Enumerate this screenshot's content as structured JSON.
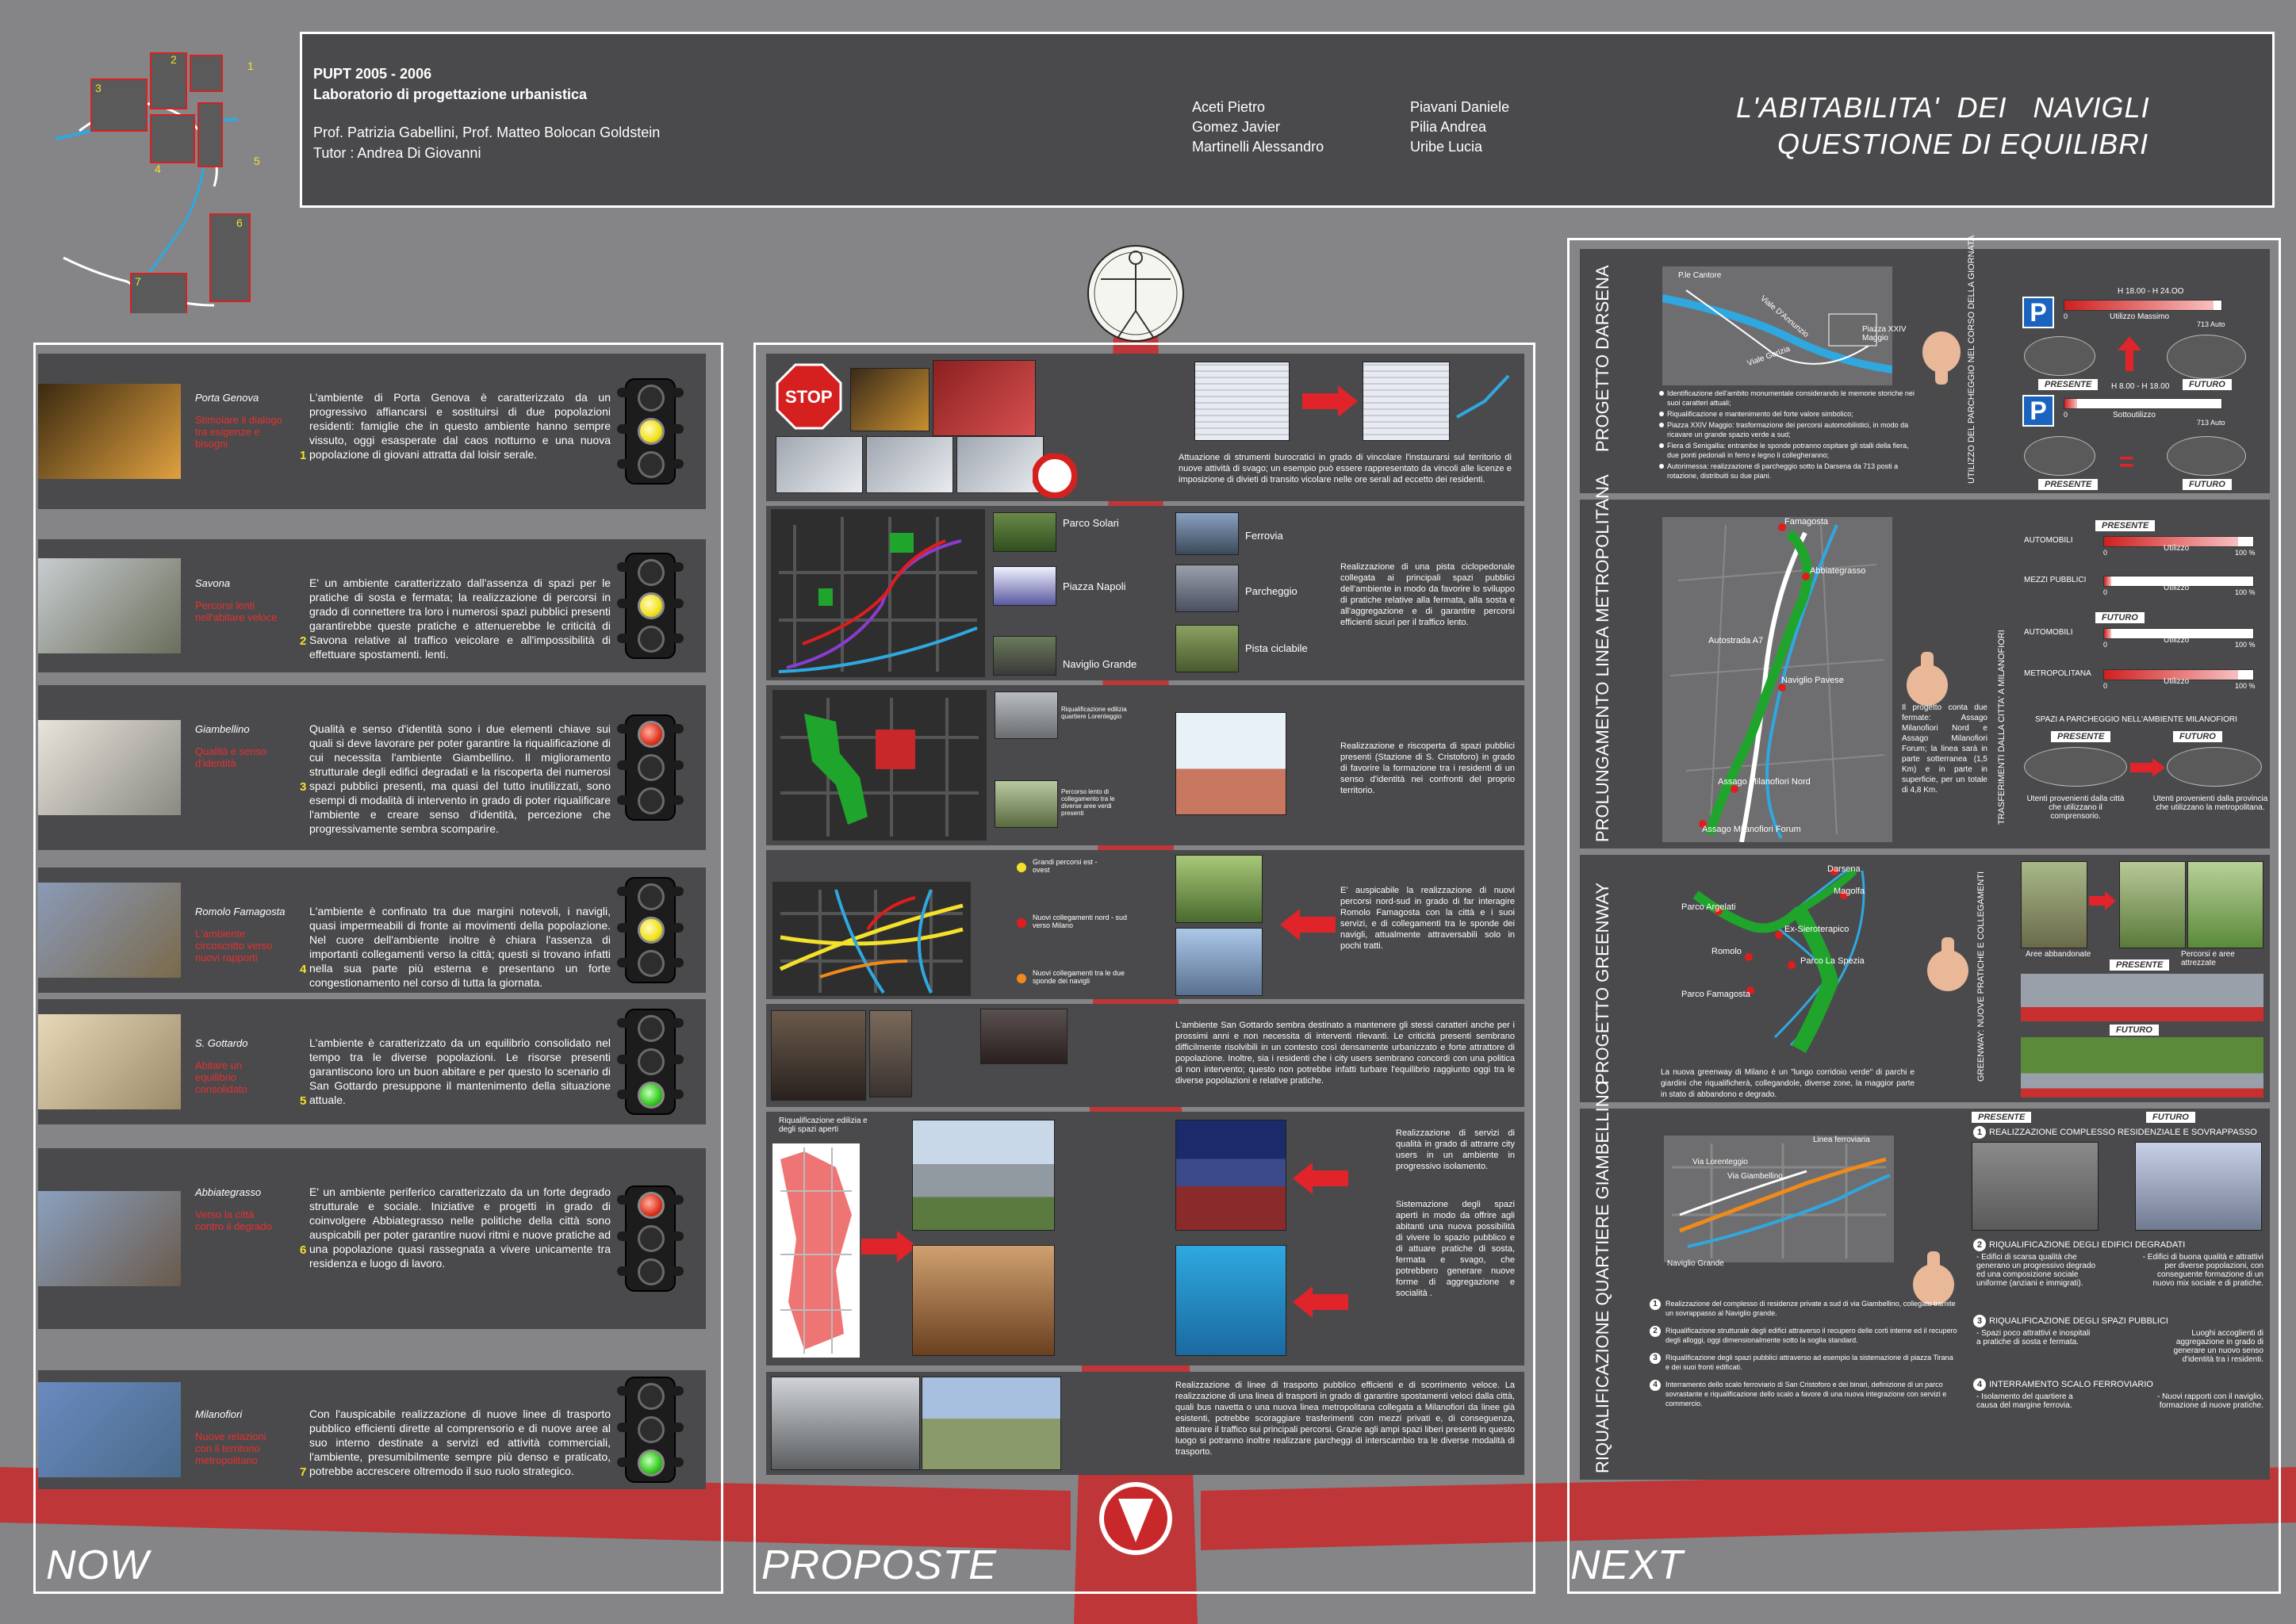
{
  "header": {
    "course_year": "PUPT 2005 - 2006",
    "course_name": "Laboratorio di progettazione urbanistica",
    "professors": "Prof. Patrizia Gabellini, Prof. Matteo Bolocan Goldstein",
    "tutor": "Tutor :   Andrea Di Giovanni",
    "students_col1": [
      "Aceti Pietro",
      "Gomez Javier",
      "Martinelli Alessandro"
    ],
    "students_col2": [
      "Piavani Daniele",
      "Pilia Andrea",
      "Uribe Lucia"
    ],
    "title_line1": "L'ABITABILITA'  DEI   NAVIGLI",
    "title_line2": "QUESTIONE DI EQUILIBRI"
  },
  "keymap": {
    "labels": [
      "1",
      "2",
      "3",
      "4",
      "5",
      "6",
      "7"
    ]
  },
  "sections": {
    "now": "NOW",
    "proposte": "PROPOSTE",
    "next": "NEXT"
  },
  "now": [
    {
      "place": "Porta Genova",
      "sub": "Stimolare il dialogo tra esigenze e bisogni",
      "num": "1",
      "light": "yellow",
      "desc": "L'ambiente di Porta Genova è caratterizzato da un progressivo affiancarsi e sostituirsi di due popolazioni residenti: famiglie che in questo ambiente hanno sempre vissuto, oggi esasperate dal caos notturno e una nuova popolazione di giovani attratta dal loisir serale."
    },
    {
      "place": "Savona",
      "sub": "Percorsi lenti nell'abitare veloce",
      "num": "2",
      "light": "yellow",
      "desc": "E' un ambiente caratterizzato dall'assenza di spazi per le pratiche di sosta e fermata; la realizzazione di percorsi in grado di connettere tra loro i numerosi  spazi pubblici presenti garantirebbe queste pratiche e attenuerebbe le criticità di Savona relative al traffico veicolare e all'impossibilità di effettuare spostamenti. lenti."
    },
    {
      "place": "Giambellino",
      "sub": "Qualità e senso d'identità",
      "num": "3",
      "light": "red",
      "desc": "Qualità e senso d'identità sono i due elementi chiave sui quali si deve lavorare per poter garantire la riqualificazione di cui necessita l'ambiente Giambellino. Il miglioramento strutturale degli edifici degradati e la riscoperta dei numerosi spazi pubblici presenti, ma quasi del tutto inutilizzati, sono esempi di modalità di intervento in grado di poter riqualificare l'ambiente e creare senso d'identità, percezione che progressivamente sembra scomparire."
    },
    {
      "place": "Romolo Famagosta",
      "sub": "L'ambiente circoscritto verso nuovi rapporti",
      "num": "4",
      "light": "yellow",
      "desc": "L'ambiente è confinato tra due margini notevoli, i navigli, quasi impermeabili di fronte ai movimenti della popolazione. Nel cuore dell'ambiente inoltre è chiara l'assenza di importanti collegamenti verso la città; questi si trovano infatti  nella sua parte più esterna e presentano un forte congestionamento nel corso di tutta la giornata."
    },
    {
      "place": "S. Gottardo",
      "sub": "Abitare un equilibrio consolidato",
      "num": "5",
      "light": "green",
      "desc": "L'ambiente è caratterizzato da un equilibrio consolidato nel tempo tra le diverse popolazioni. Le risorse presenti garantiscono loro un buon abitare e per questo lo scenario di San Gottardo presuppone il mantenimento della situazione attuale."
    },
    {
      "place": "Abbiategrasso",
      "sub": "Verso la città contro il degrado",
      "num": "6",
      "light": "red",
      "desc": "E' un ambiente periferico caratterizzato da un forte degrado strutturale e sociale. Iniziative e progetti in grado di coinvolgere Abbiategrasso nelle politiche della città sono auspicabili per poter garantire nuovi ritmi e nuove pratiche ad una popolazione quasi rassegnata a vivere unicamente tra residenza e luogo di lavoro."
    },
    {
      "place": "Milanofiori",
      "sub": "Nuove relazioni con il territorio metropolitano",
      "num": "7",
      "light": "green",
      "desc": "Con l'auspicabile realizzazione di nuove linee di trasporto pubblico efficienti dirette al comprensorio e di nuove aree al suo interno destinate a servizi ed attività commerciali, l'ambiente, presumibilmente sempre più denso e praticato, potrebbe accrescere oltremodo il suo ruolo strategico."
    }
  ],
  "proposte": {
    "stop_label": "STOP",
    "p1": "Attuazione di strumenti burocratici in grado di vincolare l'instaurarsi sul territorio di nuove attività di svago; un esempio può essere rappresentato da vincoli alle licenze e imposizione di divieti di transito vicolare nelle ore serali ad eccetto dei residenti.",
    "p2_labels": [
      "Parco Solari",
      "Piazza Napoli",
      "Naviglio Grande",
      "Ferrovia",
      "Parcheggio",
      "Pista ciclabile"
    ],
    "p2": "Realizzazione di una pista ciclopedonale collegata ai principali spazi pubblici dell'ambiente in modo da favorire lo sviluppo di pratiche relative alla fermata, alla sosta e all'aggregazione e di garantire percorsi efficienti sicuri per il traffico lento.",
    "p3_labels": [
      "Riqualificazione edilizia quartiere Lorenteggio",
      "Percorso lento di collegamento tra le diverse aree verdi presenti"
    ],
    "p3": "Realizzazione e riscoperta di spazi pubblici presenti (Stazione di S. Cristoforo) in grado di favorire la formazione tra i residenti di un senso d'identità nei confronti del proprio territorio.",
    "p4_legend": [
      "Grandi percorsi est - ovest",
      "Nuovi collegamenti nord - sud verso Milano",
      "Nuovi collegamenti tra le due sponde dei navigli"
    ],
    "p4": "E' auspicabile la realizzazione di nuovi percorsi nord-sud in grado di far interagire Romolo Famagosta con la città e i suoi servizi, e di collegamenti tra le sponde dei navigli, attualmente attraversabili solo in pochi tratti.",
    "p5": "L'ambiente San Gottardo sembra destinato a mantenere gli stessi caratteri anche per i prossimi anni e non necessita di interventi rilevanti. Le criticità presenti sembrano difficilmente risolvibili in un contesto così densamente urbanizzato e forte attrattore di popolazione. Inoltre, sia i residenti che i city users sembrano concordi con una politica di non intervento; questo non potrebbe infatti turbare l'equilibrio raggiunto oggi tra le diverse popolazioni e relative pratiche.",
    "p6_label": "Riqualificazione edilizia e degli spazi aperti",
    "p6a": "Realizzazione di servizi di qualità in grado di attrarre city users in un ambiente in progressivo isolamento.",
    "p6b": "Sistemazione degli spazi aperti in modo da offrire agli abitanti una nuova possibilità di vivere lo spazio pubblico e di attuare pratiche di sosta, fermata e svago, che potrebbero generare nuove forme di aggregazione e socialità .",
    "p7": "Realizzazione di linee di trasporto pubblico efficienti e di scorrimento veloce. La realizzazione di una linea di trasporti in grado di garantire spostamenti veloci dalla città, quali bus navetta o una nuova linea metropolitana collegata a Milanofiori da linee già esistenti, potrebbe scoraggiare trasferimenti con mezzi privati e, di conseguenza, attenuare il traffico sui principali percorsi. Grazie agli ampi spazi liberi presenti in questo luogo si potranno inoltre realizzare parcheggi di interscambio tra le diverse modalità di trasporto."
  },
  "next": {
    "darsena": {
      "title": "PROGETTO DARSENA",
      "side": "UTILIZZO DEL PARCHEGGIO NEL CORSO DELLA GIORNATA",
      "map_labels": [
        "P.le Cantore",
        "Viale D'Annunzio",
        "Viale Gorizia",
        "Piazza XXIV Maggio"
      ],
      "bullets": [
        "Identificazione dell'ambito monumentale considerando le memorie storiche nei suoi caratteri attuali;",
        "Riqualificazione e mantenimento del forte valore simbolico;",
        "Piazza XXIV Maggio: trasformazione dei percorsi automobilistici, in modo da ricavare un grande spazio verde a sud;",
        "Fiera di Senigallia: entrambe le sponde potranno ospitare gli stalli della fiera, due ponti pedonali in ferro e legno li collegheranno;",
        "Autorimessa: realizzazione di parcheggio sotto la Darsena da 713 posti a rotazione, distribuiti su due piani."
      ],
      "p1_time": "H 18.00 - H 24.OO",
      "p1_bar_label": "Utilizzo Massimo",
      "p1_min": "0",
      "p1_max": "713 Auto",
      "p1_fill": 0.95,
      "p2_time": "H 8.00 - H 18.00",
      "p2_bar_label": "Sottoutilizzo",
      "p2_min": "0",
      "p2_max": "713 Auto",
      "p2_fill": 0.08,
      "presente": "PRESENTE",
      "futuro": "FUTURO",
      "parking_symbol": "P"
    },
    "metro": {
      "title": "PROLUNGAMENTO LINEA METROPOLITANA",
      "side": "TRASFERIMENTI DALLA CITTA' A MILANOFIORI",
      "map_labels": [
        "Famagosta",
        "Abbiategrasso",
        "Autostrada A7",
        "Naviglio Pavese",
        "Assago Milanofiori Nord",
        "Assago Milanofiori Forum"
      ],
      "note": "Il progetto conta due fermate: Assago Milanofiori Nord e Assago Milanofiori Forum; la linea sarà in parte sotterranea (1,5 Km) e in parte in superficie, per un totale di 4,8 Km.",
      "presente": "PRESENTE",
      "futuro": "FUTURO",
      "bars": [
        {
          "label": "AUTOMOBILI",
          "caption": "Utilizzo",
          "min": "0",
          "max": "100 %",
          "fill": 0.9
        },
        {
          "label": "MEZZI PUBBLICI",
          "caption": "Utilizzo",
          "min": "0",
          "max": "100 %",
          "fill": 0.05
        },
        {
          "label": "AUTOMOBILI",
          "caption": "Utilizzo",
          "min": "0",
          "max": "100 %",
          "fill": 0.05
        },
        {
          "label": "METROPOLITANA",
          "caption": "Utilizzo",
          "min": "0",
          "max": "100 %",
          "fill": 0.9
        }
      ],
      "parking_title": "SPAZI A PARCHEGGIO NELL'AMBIENTE MILANOFIORI",
      "cap_present": "Utenti provenienti dalla città che utilizzano il comprensorio.",
      "cap_future": "Utenti provenienti dalla provincia che utilizzano la metropolitana."
    },
    "greenway": {
      "title": "PROGETTO GREENWAY",
      "side": "GREENWAY: NUOVE PRATICHE E COLLEGAMENTI",
      "map_labels": [
        "Darsena",
        "Magolfa",
        "Parco Argelati",
        "Ex-Sieroterapico",
        "Romolo",
        "Parco La Spezia",
        "Parco Famagosta"
      ],
      "note": "La nuova greenway di Milano è un \"lungo corridoio verde\" di parchi e giardini che riqualificherà, collegandole, diverse zone, la maggior parte in stato di abbandono e degrado.",
      "cap1": "Aree abbandonate",
      "cap2": "Percorsi e aree attrezzate",
      "presente": "PRESENTE",
      "futuro": "FUTURO"
    },
    "giambellino": {
      "title": "RIQUALIFICAZIONE QUARTIERE GIAMBELLINO",
      "map_labels": [
        "Linea ferroviaria",
        "Via Lorenteggio",
        "Via Giambellino",
        "Naviglio Grande"
      ],
      "presente": "PRESENTE",
      "futuro": "FUTURO",
      "list": [
        "Realizzazione del complesso di residenze private a sud di via Giambellino, collegato tramite un sovrappasso al Naviglio grande.",
        "Riqualificazione strutturale degli edifici attraverso il recupero delle corti interne ed il recupero degli alloggi, oggi dimensionalmente sotto la soglia standard.",
        "Riqualificazione degli spazi pubblici attraverso ad esempio la sistemazione di piazza Tirana e dei suoi fronti edificati.",
        "Interramento dello scalo ferroviario di San Cristoforo e dei binari, definizione di un parco sovrastante e riqualificazione dello scalo a favore di una nuova integrazione con servizi e commercio."
      ],
      "r1_title": "REALIZZAZIONE COMPLESSO RESIDENZIALE E SOVRAPPASSO",
      "r2_title": "RIQUALIFICAZIONE DEGLI EDIFICI DEGRADATI",
      "r2_left": "- Edifici di scarsa qualità che generano un progressivo degrado ed una composizione sociale uniforme (anziani e immigrati).",
      "r2_right": "- Edifici di buona qualità e attrattivi per diverse popolazioni, con conseguente formazione di un nuovo mix sociale e di pratiche.",
      "r3_title": "RIQUALIFICAZIONE DEGLI SPAZI PUBBLICI",
      "r3_left": "- Spazi poco attrattivi e inospitali a pratiche di sosta e fermata.",
      "r3_right": "Luoghi accoglienti di aggregazione in grado di generare un nuovo senso d'identità tra i residenti.",
      "r4_title": "INTERRAMENTO SCALO FERROVIARIO",
      "r4_left": "- Isolamento del quartiere a causa del margine ferrovia.",
      "r4_right": "- Nuovi rapporti con il naviglio, formazione di nuove pratiche.",
      "nums": [
        "1",
        "2",
        "3",
        "4"
      ]
    }
  },
  "colors": {
    "background": "#858587",
    "panel": "#4a4a4c",
    "accent_red": "#c8282a",
    "highlight_yellow": "#f5e12a",
    "green": "#1fa52b"
  }
}
